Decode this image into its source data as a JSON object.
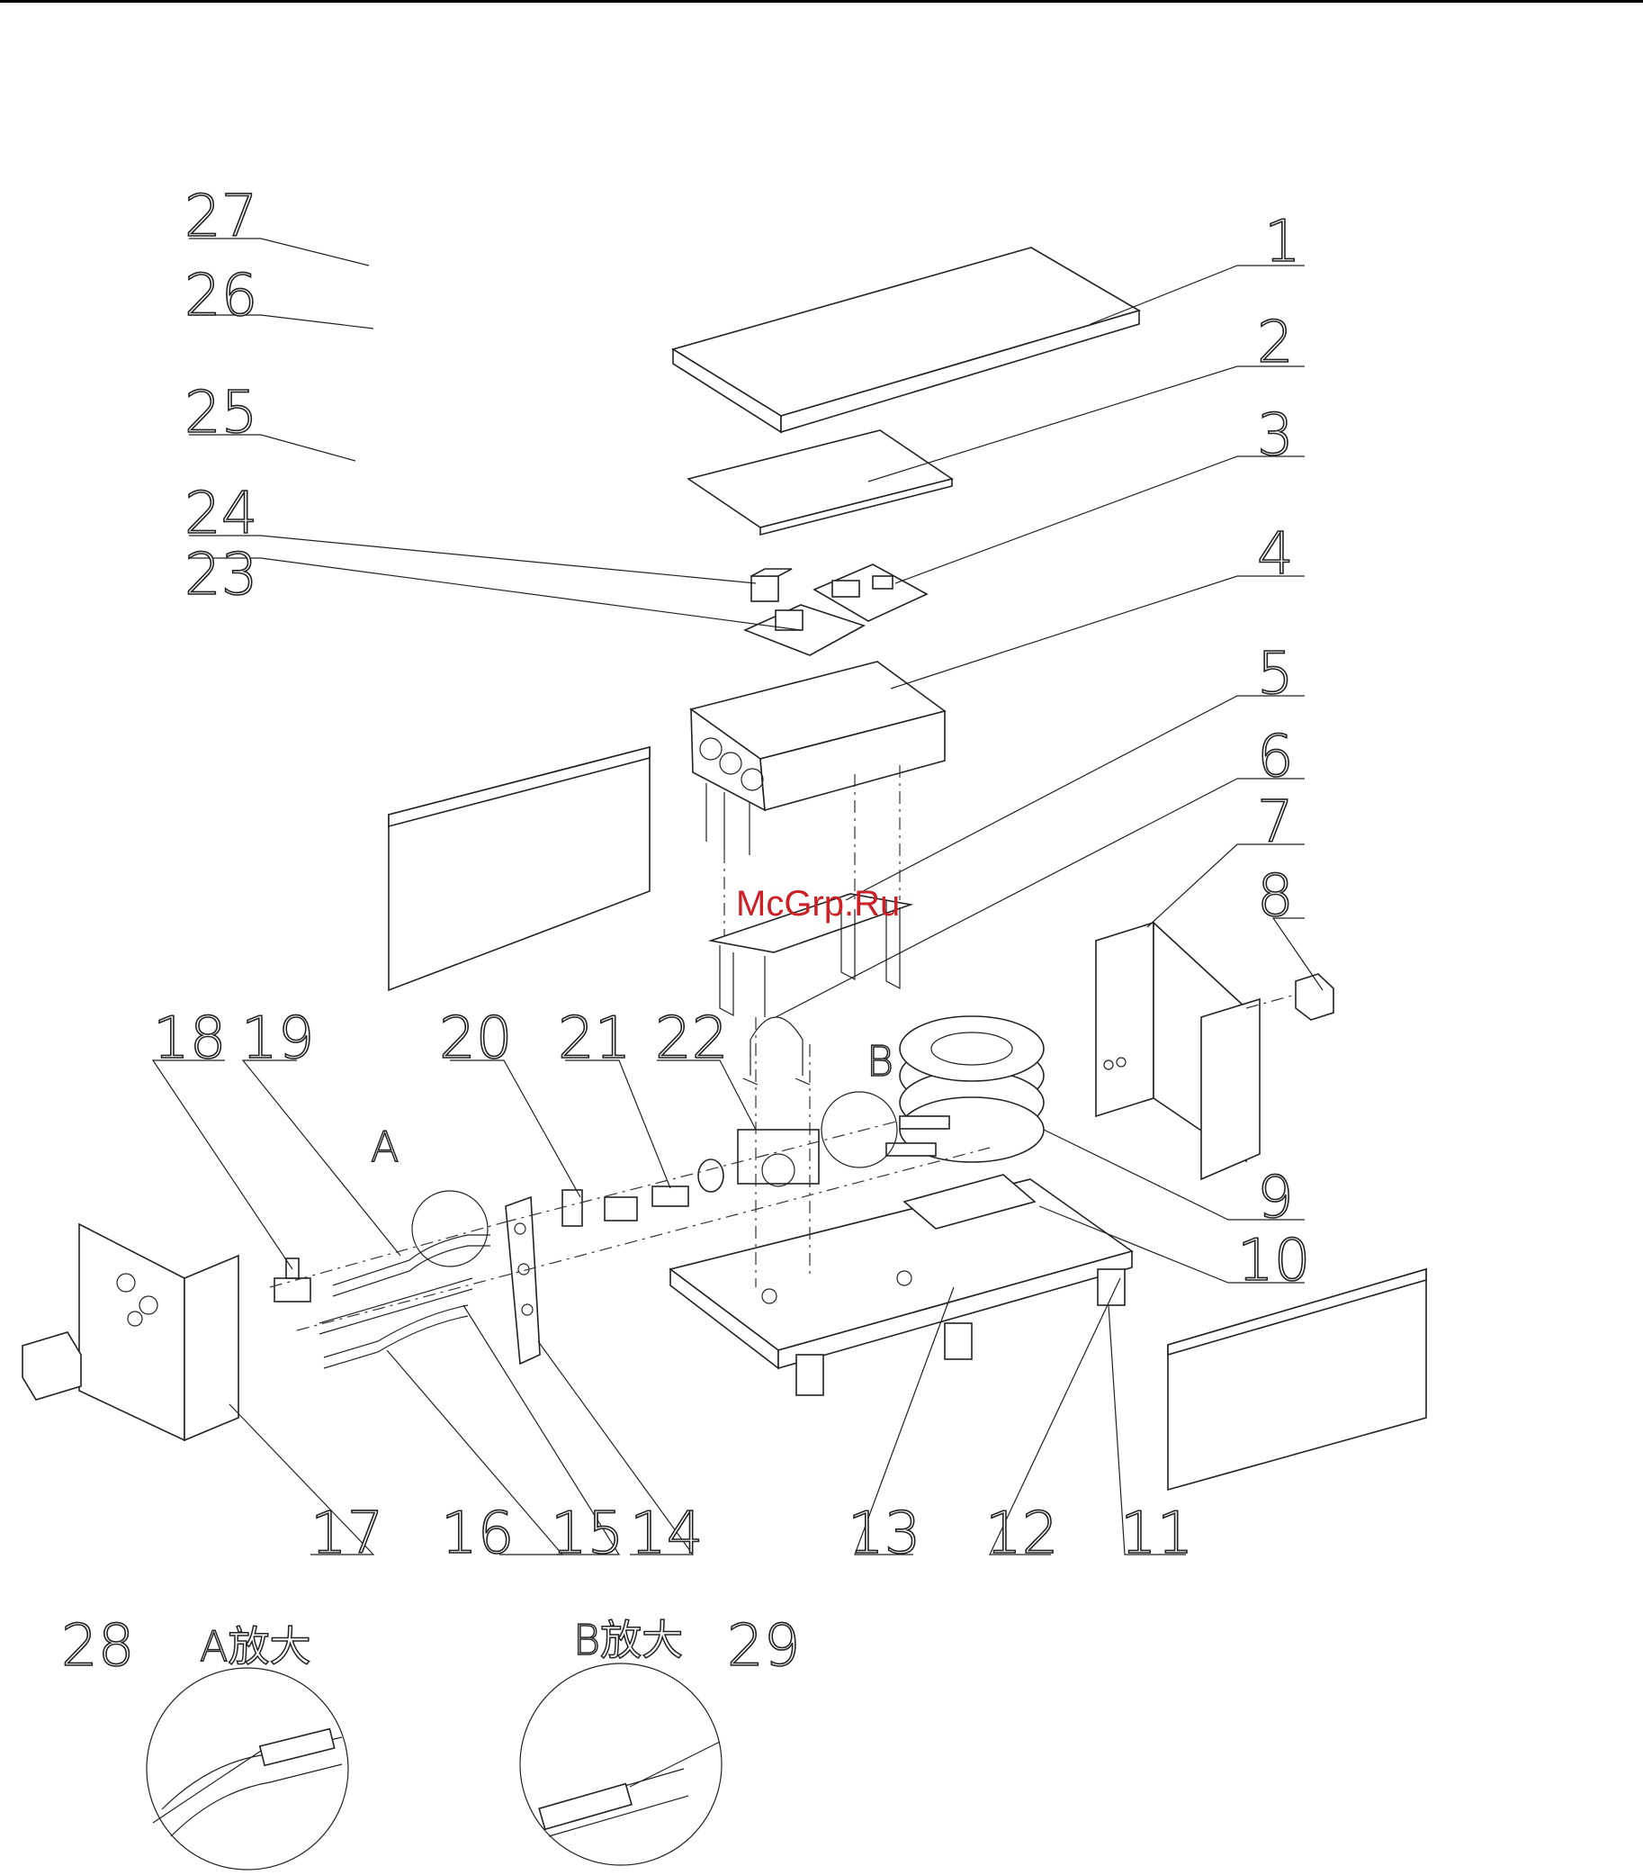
{
  "callouts": [
    "1",
    "2",
    "3",
    "4",
    "5",
    "6",
    "7",
    "8",
    "9",
    "10",
    "11",
    "12",
    "13",
    "14",
    "15",
    "16",
    "17",
    "18",
    "19",
    "20",
    "21",
    "22",
    "23",
    "24",
    "25",
    "26",
    "27",
    "28",
    "29"
  ],
  "detail_labels": {
    "a": "A",
    "b": "B",
    "a_zoom": "A放大",
    "b_zoom": "B放大"
  },
  "watermark": "McGrp.Ru",
  "colors": {
    "line": "#222222",
    "watermark": "#cc1f26",
    "background": "#ffffff"
  }
}
